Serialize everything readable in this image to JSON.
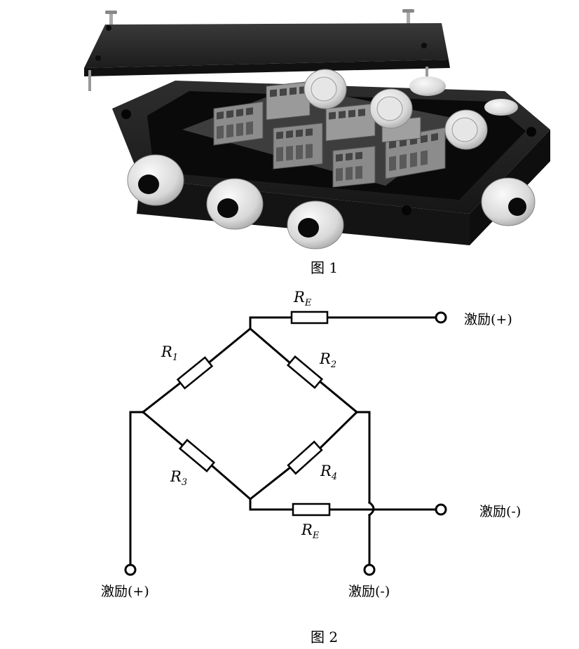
{
  "figure1": {
    "caption": "图 1"
  },
  "figure2": {
    "caption": "图 2",
    "resistors": [
      {
        "id": "RE_top",
        "letter": "R",
        "sub": "E"
      },
      {
        "id": "R1",
        "letter": "R",
        "sub": "1"
      },
      {
        "id": "R2",
        "letter": "R",
        "sub": "2"
      },
      {
        "id": "R3",
        "letter": "R",
        "sub": "3"
      },
      {
        "id": "R4",
        "letter": "R",
        "sub": "4"
      },
      {
        "id": "RE_bottom",
        "letter": "R",
        "sub": "E"
      }
    ],
    "terminals": {
      "top_right": "激励(+)",
      "mid_right": "激励(-)",
      "bottom_left": "激励(+)",
      "bottom_right": "激励(-)"
    }
  }
}
